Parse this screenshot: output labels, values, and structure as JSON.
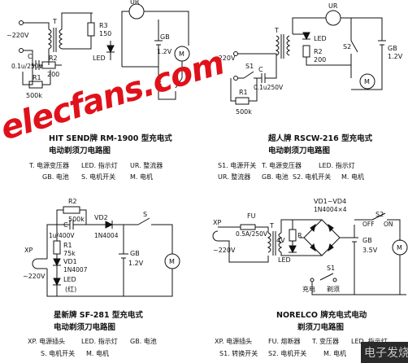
{
  "watermark": {
    "text": "elecfans.com",
    "corner_text": "电子发烧友"
  },
  "circuits": [
    {
      "title_line1": "HIT SEND牌 RM-1900 型充电式",
      "title_line2": "电动剃须刀电路图",
      "legend": [
        "T. 电源变压器",
        "LED. 指示灯",
        "UR. 整流器",
        "GB. 电池",
        "S. 电机开关",
        "M. 电机"
      ],
      "labels": {
        "voltage": "~220V",
        "t": "T",
        "ur": "UR",
        "r3": "R3",
        "r3v": "150",
        "cap": "C",
        "capv": "0.1u/250V",
        "r2": "R2",
        "r2v": "200",
        "r1": "R1",
        "r1v": "500k",
        "led": "LED",
        "gb": "GB",
        "gbv": "1.2V",
        "s": "S",
        "m": "M"
      }
    },
    {
      "title_line1": "超人牌 RSCW-216 型充电式",
      "title_line2": "电动剃须刀电路图",
      "legend": [
        "S1. 电源开关",
        "T. 电源变压器",
        "LED. 指示灯",
        "UR. 整流器",
        "GB. 电池",
        "S2. 电机开关",
        "M. 电机"
      ],
      "labels": {
        "voltage": "~220V",
        "t": "T",
        "ur": "UR",
        "led": "LED",
        "r2": "R2",
        "r2v": "200",
        "s1": "S1",
        "cap": "C",
        "capv": "0.1u250V",
        "r1": "R1",
        "r1v": "500k",
        "s2": "S2",
        "gb": "GB",
        "gbv": "1.2V",
        "m": "M"
      }
    },
    {
      "title_line1": "星新牌 SF-281 型充电式",
      "title_line2": "电动剃须刀电路图",
      "legend": [
        "XP. 电源插头",
        "LED. 指示灯",
        "GB. 电池",
        "S. 电机开关",
        "M. 电机"
      ],
      "labels": {
        "r2": "R2",
        "r2v": "500k",
        "cap": "C",
        "capv": "1u/400V",
        "vd2": "VD2",
        "vd2v": "1N4004",
        "s": "S",
        "r1": "R1",
        "r1v": "75k",
        "vd1": "VD1",
        "vd1v": "1N4007",
        "xp": "XP",
        "voltage": "~220V",
        "led": "LED",
        "ledc": "(红)",
        "gb": "GB",
        "gbv": "1.2V",
        "m": "M"
      }
    },
    {
      "title_line1": "NORELCO 牌充电式电动",
      "title_line2": "剃须刀电路图",
      "legend": [
        "XP. 电源插头",
        "FU. 熔断器",
        "T. 变压器",
        "LED. 指示灯",
        "S1. 转换开关",
        "S2. 电机开关",
        "M. 电机"
      ],
      "labels": {
        "xp": "XP",
        "voltage": "~220V",
        "fu": "FU",
        "fuv": "0.5A/250V",
        "t": "T",
        "sec": "4V",
        "r": "R",
        "led": "LED",
        "bridge": "VD1~VD4",
        "bridgev": "1N4004×4",
        "s2": "S2",
        "off": "OFF",
        "on": "ON",
        "gb": "GB",
        "gbv": "3.5V",
        "m": "M",
        "s1": "S1",
        "charge": "充电",
        "shave": "剃须"
      }
    }
  ]
}
